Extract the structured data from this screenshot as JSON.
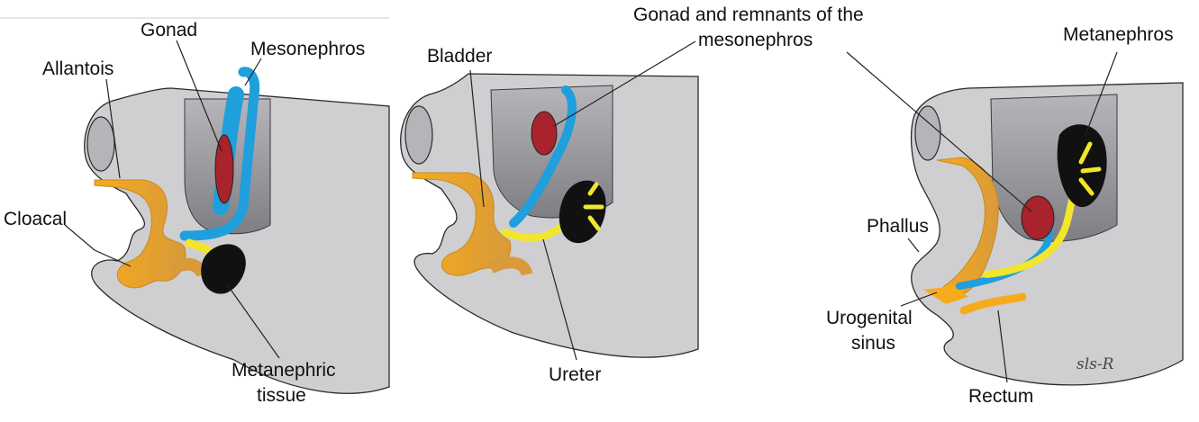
{
  "colors": {
    "background": "#ffffff",
    "embryo": "#cfcfd2",
    "embryo_dark": "#8e8e94",
    "outline": "#2a2a2a",
    "cloaca": "#f6ab1e",
    "mesonephros": "#1f9fdc",
    "gonad": "#a8232c",
    "ureter": "#f3e62a",
    "metanephric": "#111111"
  },
  "panel1": {
    "labels": {
      "gonad": "Gonad",
      "mesonephros": "Mesonephros",
      "allantois": "Allantois",
      "cloacal": "Cloacal",
      "metanephric_line1": "Metanephric",
      "metanephric_line2": "tissue"
    }
  },
  "panel2": {
    "labels": {
      "bladder": "Bladder",
      "gonad_remnants_line1": "Gonad and remnants of the",
      "gonad_remnants_line2": "mesonephros",
      "ureter": "Ureter"
    }
  },
  "panel3": {
    "labels": {
      "metanephros": "Metanephros",
      "phallus": "Phallus",
      "urogenital_line1": "Urogenital",
      "urogenital_line2": "sinus",
      "rectum": "Rectum"
    },
    "signature": "sls-R"
  }
}
